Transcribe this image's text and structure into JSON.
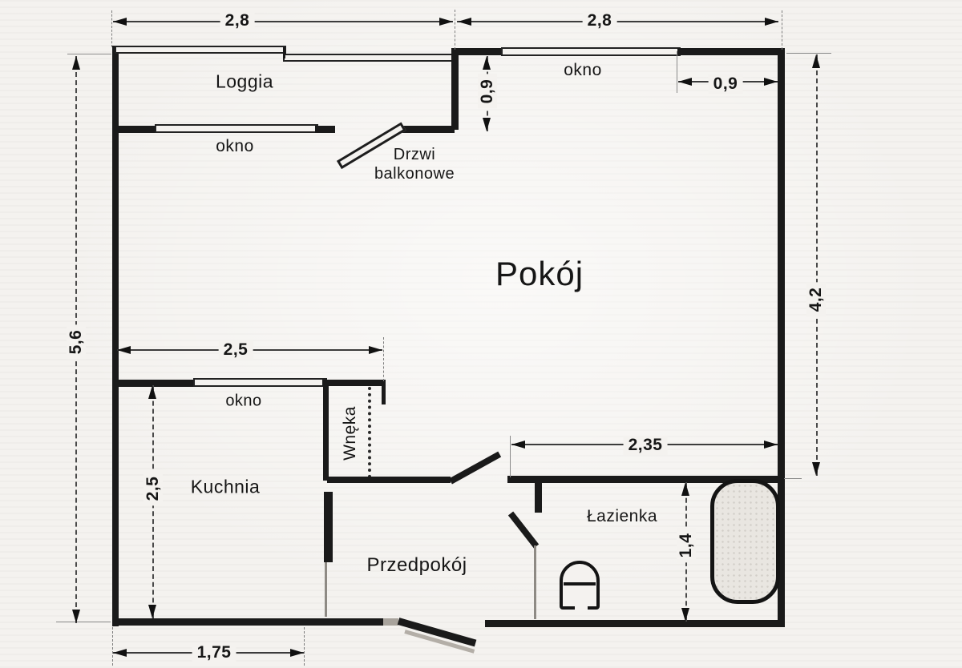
{
  "document": {
    "kind": "apartment floor plan sketch",
    "language": "pl"
  },
  "rooms": {
    "pokoj": "Pokój",
    "kuchnia": "Kuchnia",
    "przedpokoj": "Przedpokój",
    "lazienka": "Łazienka",
    "loggia": "Loggia",
    "wneka": "Wnęka"
  },
  "openings": {
    "okno_loggia": "okno",
    "okno_pokoj": "okno",
    "okno_kuchnia": "okno",
    "drzwi_balkonowe": "Drzwi balkonowe"
  },
  "dimensions": {
    "top_left_width": "2,8",
    "top_right_width": "2,8",
    "loggia_wall_depth": "0,9",
    "okno_offset": "0,9",
    "left_total_height": "5,6",
    "pokoj_depth": "4,2",
    "kuchnia_width": "2,5",
    "kuchnia_depth": "2,5",
    "lazienka_width": "2,35",
    "lazienka_depth": "1,4",
    "kuchnia_bottom_width": "1,75"
  },
  "colors": {
    "paper": "#f4f2ef",
    "wall": "#1a1a1a",
    "dimension_line": "#3c3c3c",
    "text": "#161616",
    "bathtub_fill": "#e9e6e1"
  }
}
